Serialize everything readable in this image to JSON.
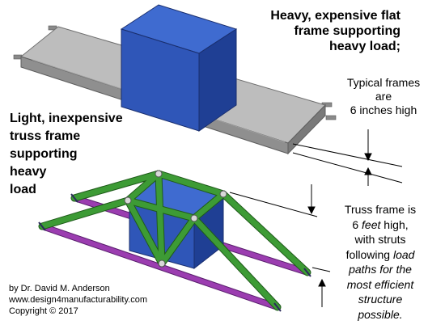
{
  "heavy_frame": {
    "title_lines": [
      "Heavy, expensive flat",
      "frame supporting",
      "heavy load;"
    ],
    "height_note": [
      "Typical frames",
      "are",
      "6 inches high"
    ]
  },
  "truss_frame": {
    "title_lines": [
      "Light, inexpensive",
      "truss frame",
      "supporting",
      "heavy",
      "load"
    ],
    "height_note": {
      "line1": "Truss frame is",
      "line2_number": "6 ",
      "line2_unit": "feet",
      "line2_suffix": " high,",
      "line3": "with struts",
      "line4_prefix": "following ",
      "line4_em": "load",
      "line5": "paths for the",
      "line6": "most efficient",
      "line7": "structure",
      "line8": "possible."
    }
  },
  "credit": {
    "author": "by Dr. David M. Anderson",
    "website": "www.design4manufacturability.com",
    "copyright": "Copyright © 2017"
  },
  "colors": {
    "load_box_front": "#2f56b8",
    "load_box_top": "#3f6bd0",
    "load_box_side": "#1f3f94",
    "flat_frame": "#9b9b9b",
    "truss_struts": "#3d9b35",
    "bottom_rails": "#9b3db0"
  }
}
